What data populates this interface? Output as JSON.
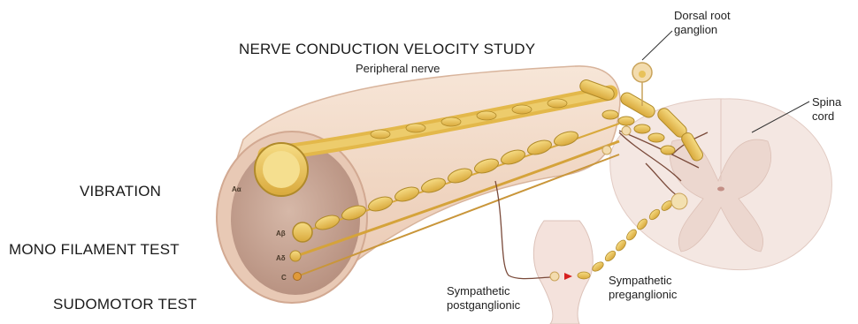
{
  "title": "NERVE CONDUCTION VELOCITY STUDY",
  "subtitle": "Peripheral nerve",
  "tests": {
    "vibration": "VIBRATION",
    "monofilament": "MONO FILAMENT TEST",
    "sudomotor": "SUDOMOTOR TEST"
  },
  "anatomy": {
    "drg_line1": "Dorsal root",
    "drg_line2": "ganglion",
    "cord_line1": "Spina",
    "cord_line2": "cord",
    "symp_post_line1": "Sympathetic",
    "symp_post_line2": "postganglionic",
    "symp_pre_line1": "Sympathetic",
    "symp_pre_line2": "preganglionic"
  },
  "fibers": {
    "a_alpha": "Aα",
    "a_beta": "Aβ",
    "a_delta": "Aδ",
    "c": "C"
  },
  "colors": {
    "nerve_sheath": "#f3dccb",
    "nerve_inner": "#c9a99a",
    "fiber_gold": "#e8c25a",
    "fiber_outline": "#b08a2a",
    "spinal_cord": "#f2e4df",
    "spinal_gray": "#e6cfc8",
    "text": "#1a1a1a"
  }
}
